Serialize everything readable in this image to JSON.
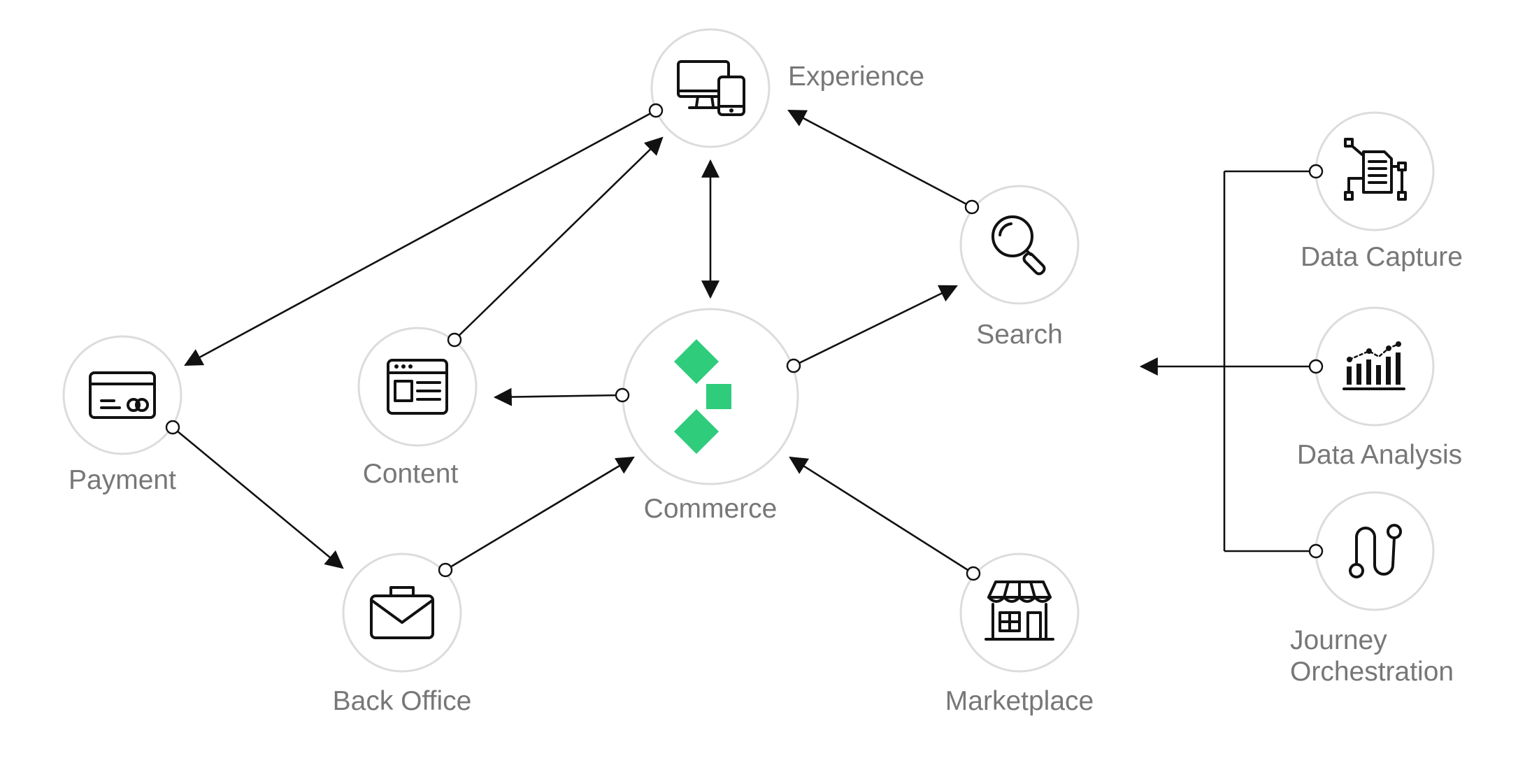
{
  "nodes": {
    "experience": {
      "label": "Experience"
    },
    "search": {
      "label": "Search"
    },
    "commerce": {
      "label": "Commerce"
    },
    "content": {
      "label": "Content"
    },
    "payment": {
      "label": "Payment"
    },
    "back_office": {
      "label": "Back Office"
    },
    "marketplace": {
      "label": "Marketplace"
    },
    "data_capture": {
      "label": "Data Capture"
    },
    "data_analysis": {
      "label": "Data Analysis"
    },
    "journey_orchestration": {
      "label_line1": "Journey",
      "label_line2": "Orchestration"
    }
  },
  "icons": {
    "experience": "devices-icon",
    "search": "magnifier-icon",
    "commerce": "brand-logo",
    "content": "browser-window-icon",
    "payment": "credit-card-icon",
    "back_office": "briefcase-icon",
    "marketplace": "storefront-icon",
    "data_capture": "document-flow-icon",
    "data_analysis": "bar-chart-icon",
    "journey_orchestration": "path-icon"
  },
  "edges": [
    {
      "from": "experience",
      "to": "payment",
      "direction": "to"
    },
    {
      "from": "content",
      "to": "experience",
      "direction": "to"
    },
    {
      "from": "experience",
      "to": "commerce",
      "direction": "both"
    },
    {
      "from": "search",
      "to": "experience",
      "direction": "to"
    },
    {
      "from": "commerce",
      "to": "search",
      "direction": "to"
    },
    {
      "from": "commerce",
      "to": "content",
      "direction": "to"
    },
    {
      "from": "payment",
      "to": "back_office",
      "direction": "to"
    },
    {
      "from": "back_office",
      "to": "commerce",
      "direction": "to"
    },
    {
      "from": "marketplace",
      "to": "commerce",
      "direction": "to"
    },
    {
      "from": "data_capture",
      "to": "bracket",
      "direction": "to"
    },
    {
      "from": "data_analysis",
      "to": "bracket",
      "direction": "to"
    },
    {
      "from": "journey_orchestration",
      "to": "bracket",
      "direction": "to"
    }
  ],
  "colors": {
    "brand_green": "#2ecc7b",
    "line": "#111111",
    "label_text": "#777777",
    "circle_border": "#dcdcdc"
  }
}
